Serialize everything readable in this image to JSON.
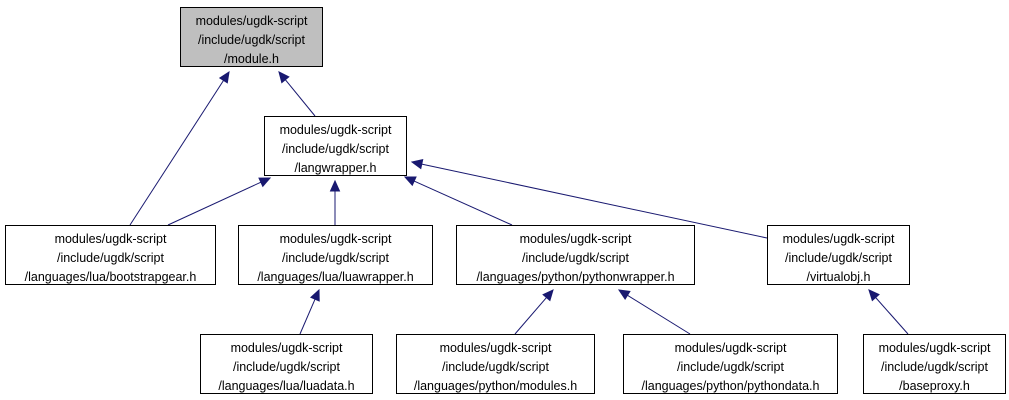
{
  "diagram": {
    "colors": {
      "edge": "#191970",
      "node_fill": "#ffffff",
      "highlight_fill": "#bfbfbf",
      "border": "#000000"
    },
    "nodes": [
      {
        "id": "module",
        "lines": [
          "modules/ugdk-script",
          "/include/ugdk/script",
          "/module.h"
        ],
        "highlight": true
      },
      {
        "id": "langwrapper",
        "lines": [
          "modules/ugdk-script",
          "/include/ugdk/script",
          "/langwrapper.h"
        ],
        "highlight": false
      },
      {
        "id": "bootstrapgear",
        "lines": [
          "modules/ugdk-script",
          "/include/ugdk/script",
          "/languages/lua/bootstrapgear.h"
        ],
        "highlight": false
      },
      {
        "id": "luawrapper",
        "lines": [
          "modules/ugdk-script",
          "/include/ugdk/script",
          "/languages/lua/luawrapper.h"
        ],
        "highlight": false
      },
      {
        "id": "pythonwrapper",
        "lines": [
          "modules/ugdk-script",
          "/include/ugdk/script",
          "/languages/python/pythonwrapper.h"
        ],
        "highlight": false
      },
      {
        "id": "virtualobj",
        "lines": [
          "modules/ugdk-script",
          "/include/ugdk/script",
          "/virtualobj.h"
        ],
        "highlight": false
      },
      {
        "id": "luadata",
        "lines": [
          "modules/ugdk-script",
          "/include/ugdk/script",
          "/languages/lua/luadata.h"
        ],
        "highlight": false
      },
      {
        "id": "modules",
        "lines": [
          "modules/ugdk-script",
          "/include/ugdk/script",
          "/languages/python/modules.h"
        ],
        "highlight": false
      },
      {
        "id": "pythondata",
        "lines": [
          "modules/ugdk-script",
          "/include/ugdk/script",
          "/languages/python/pythondata.h"
        ],
        "highlight": false
      },
      {
        "id": "baseproxy",
        "lines": [
          "modules/ugdk-script",
          "/include/ugdk/script",
          "/baseproxy.h"
        ],
        "highlight": false
      }
    ],
    "edges": [
      {
        "from": "bootstrapgear",
        "to": "module"
      },
      {
        "from": "langwrapper",
        "to": "module"
      },
      {
        "from": "bootstrapgear",
        "to": "langwrapper"
      },
      {
        "from": "luawrapper",
        "to": "langwrapper"
      },
      {
        "from": "pythonwrapper",
        "to": "langwrapper"
      },
      {
        "from": "virtualobj",
        "to": "langwrapper"
      },
      {
        "from": "luadata",
        "to": "luawrapper"
      },
      {
        "from": "modules",
        "to": "pythonwrapper"
      },
      {
        "from": "pythondata",
        "to": "pythonwrapper"
      },
      {
        "from": "baseproxy",
        "to": "virtualobj"
      }
    ]
  }
}
